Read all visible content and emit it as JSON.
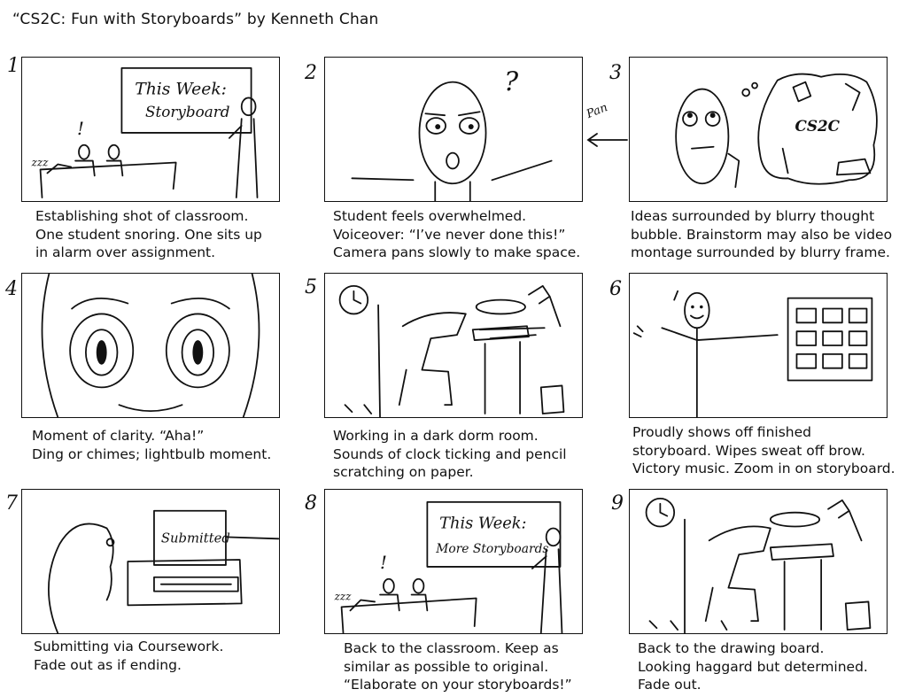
{
  "title": "“CS2C: Fun with Storyboards” by Kenneth Chan",
  "pan_label": "Pan",
  "panels": [
    {
      "number": "1",
      "sketch_text": [
        "This Week:",
        "Storyboard"
      ],
      "snore": "zzz",
      "alarm": "!",
      "caption": [
        "Establishing shot of classroom.",
        "One student snoring. One sits up",
        "in alarm over assignment."
      ]
    },
    {
      "number": "2",
      "question": "?",
      "caption": [
        "Student feels overwhelmed.",
        "Voiceover: “I’ve never done this!”",
        "Camera pans slowly to make space."
      ]
    },
    {
      "number": "3",
      "sketch_text": [
        "CS2C"
      ],
      "caption": [
        "Ideas surrounded by blurry thought",
        "bubble. Brainstorm may also be video",
        "montage surrounded by blurry frame."
      ]
    },
    {
      "number": "4",
      "caption": [
        "Moment of clarity. “Aha!”",
        "Ding or chimes; lightbulb moment."
      ]
    },
    {
      "number": "5",
      "caption": [
        "Working in a dark dorm room.",
        "Sounds of clock ticking and pencil",
        "scratching on paper."
      ]
    },
    {
      "number": "6",
      "caption": [
        "Proudly shows off finished",
        "storyboard. Wipes sweat off brow.",
        "Victory music. Zoom in on storyboard."
      ]
    },
    {
      "number": "7",
      "sketch_text": [
        "Submitted"
      ],
      "caption": [
        "Submitting via Coursework.",
        "Fade out as if ending."
      ]
    },
    {
      "number": "8",
      "sketch_text": [
        "This Week:",
        "More Storyboards"
      ],
      "snore": "zzz",
      "alarm": "!",
      "caption": [
        "Back to the classroom. Keep as",
        "similar as possible to original.",
        "“Elaborate on your storyboards!”"
      ]
    },
    {
      "number": "9",
      "caption": [
        "Back to the drawing board.",
        "Looking haggard but determined.",
        "Fade out."
      ]
    }
  ]
}
